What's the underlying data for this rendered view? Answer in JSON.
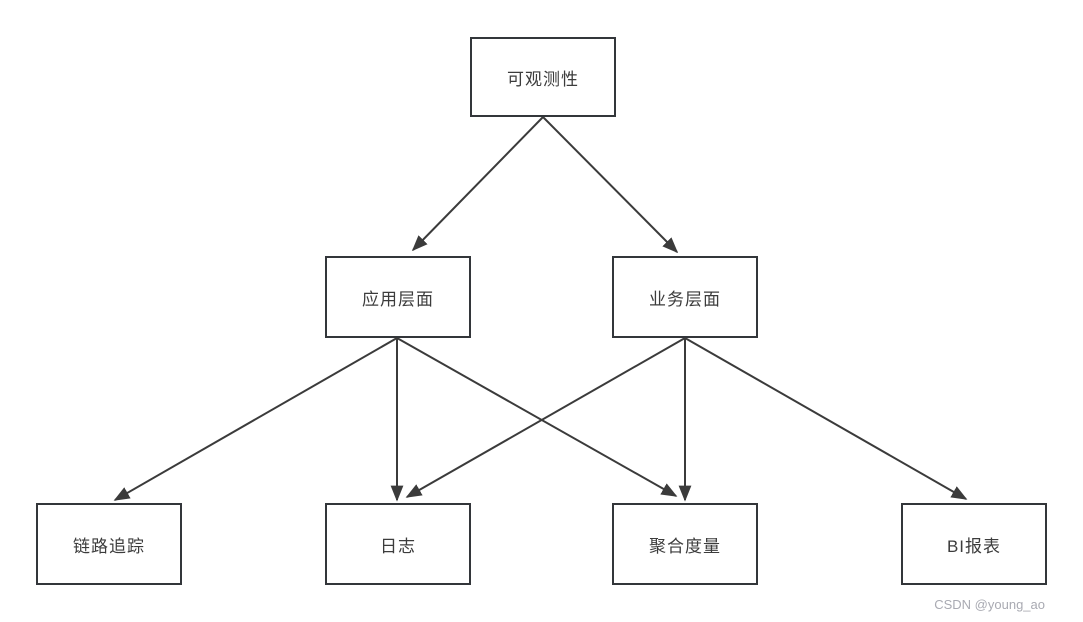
{
  "diagram": {
    "nodes": [
      {
        "id": "observability",
        "label": "可观测性"
      },
      {
        "id": "app-layer",
        "label": "应用层面"
      },
      {
        "id": "business-layer",
        "label": "业务层面"
      },
      {
        "id": "tracing",
        "label": "链路追踪"
      },
      {
        "id": "logs",
        "label": "日志"
      },
      {
        "id": "metrics",
        "label": "聚合度量"
      },
      {
        "id": "bi-report",
        "label": "BI报表"
      }
    ],
    "edges": [
      {
        "from": "可观测性",
        "to": "应用层面"
      },
      {
        "from": "可观测性",
        "to": "业务层面"
      },
      {
        "from": "应用层面",
        "to": "链路追踪"
      },
      {
        "from": "应用层面",
        "to": "日志"
      },
      {
        "from": "应用层面",
        "to": "聚合度量"
      },
      {
        "from": "业务层面",
        "to": "日志"
      },
      {
        "from": "业务层面",
        "to": "聚合度量"
      },
      {
        "from": "业务层面",
        "to": "BI报表"
      }
    ]
  },
  "watermark": {
    "text": "CSDN @young_ao"
  },
  "colors": {
    "background": "#ffffff",
    "node_border": "#33363a",
    "edge_line": "#3b3b3b",
    "node_text": "#3c3c3c",
    "watermark_text": "#a9aab2"
  }
}
